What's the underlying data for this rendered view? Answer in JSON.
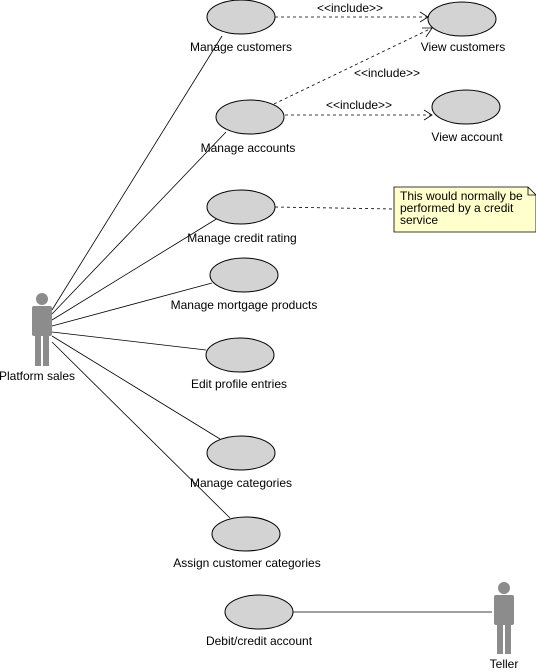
{
  "actors": {
    "platform_sales": "Platform sales",
    "teller": "Teller"
  },
  "use_cases": {
    "manage_customers": "Manage customers",
    "manage_accounts": "Manage accounts",
    "manage_credit_rating": "Manage credit rating",
    "manage_mortgage_products": "Manage mortgage products",
    "edit_profile_entries": "Edit profile entries",
    "manage_categories": "Manage categories",
    "assign_customer_categories": "Assign customer categories",
    "debit_credit_account": "Debit/credit account",
    "view_customers": "View customers",
    "view_account": "View account"
  },
  "relations": {
    "include_1": "<<include>>",
    "include_2": "<<include>>",
    "include_3": "<<include>>"
  },
  "note": {
    "lines": [
      "This would normally be",
      "performed  by a credit",
      "service"
    ]
  },
  "colors": {
    "use_case_fill": "#d3d3d3",
    "actor_fill": "#8c8c8c",
    "note_fill": "#ffffcc"
  }
}
